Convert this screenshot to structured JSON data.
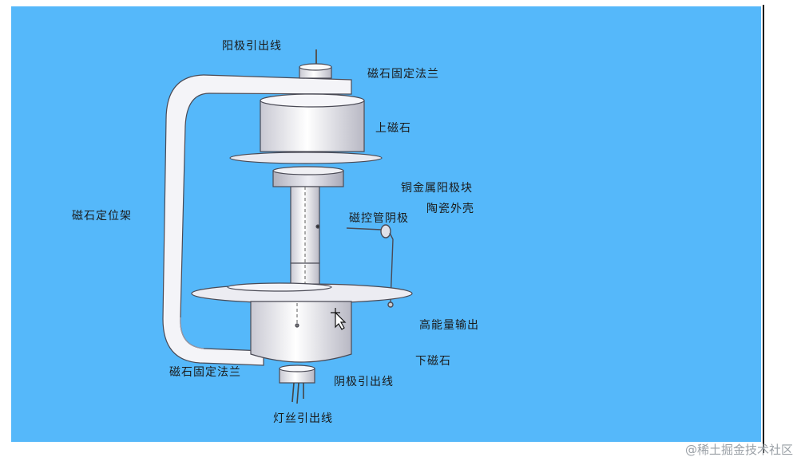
{
  "labels": {
    "anode_lead": "阳极引出线",
    "top_flange": "磁石固定法兰",
    "upper_magnet": "上磁石",
    "copper_anode": "铜金属阳极块",
    "ceramic_shell": "陶瓷外壳",
    "magnet_bracket": "磁石定位架",
    "cathode": "磁控管阴极",
    "output": "高能量输出",
    "lower_magnet": "下磁石",
    "bottom_flange": "磁石固定法兰",
    "cathode_lead": "阴极引出线",
    "filament_lead": "灯丝引出线"
  },
  "watermark": "@稀土掘金技术社区",
  "colors": {
    "background": "#55b8fa",
    "part": "#f2f2f7",
    "outline": "#4a4a55"
  }
}
